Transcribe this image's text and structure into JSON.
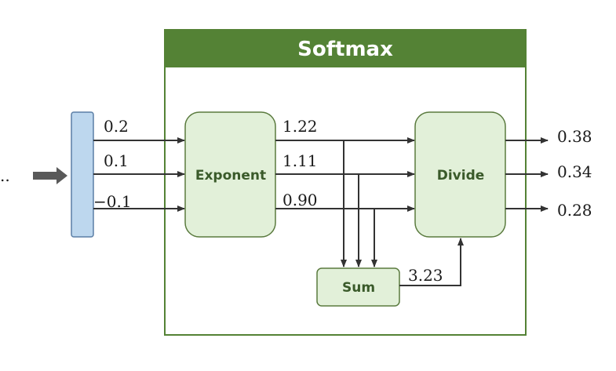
{
  "diagram": {
    "title": "Softmax",
    "ellipsis": "..",
    "inputs": [
      "0.2",
      "0.1",
      "−0.1"
    ],
    "exponent_label": "Exponent",
    "exp_values": [
      "1.22",
      "1.11",
      "0.90"
    ],
    "sum_label": "Sum",
    "sum_value": "3.23",
    "divide_label": "Divide",
    "outputs": [
      "0.38",
      "0.34",
      "0.28"
    ],
    "colors": {
      "frame_green": "#548235",
      "box_fill": "#e2f0d9",
      "box_stroke": "#5a7a3e",
      "input_bar_fill": "#bdd7ee",
      "input_bar_stroke": "#5b7fa6",
      "arrow": "#333333",
      "input_arrow": "#595959"
    }
  }
}
